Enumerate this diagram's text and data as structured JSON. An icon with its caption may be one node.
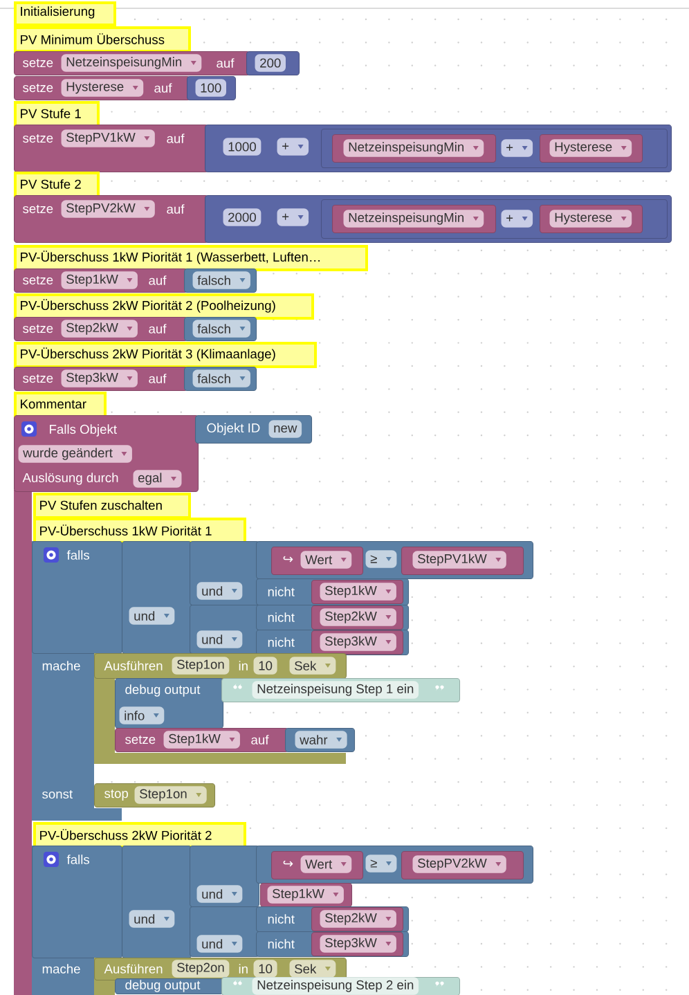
{
  "diagram": {
    "nodes": [
      {
        "text": [
          "Initialisierung"
        ]
      },
      {
        "text": [
          "PV Minimum Überschuss"
        ]
      },
      {
        "text": [
          "setze",
          "NetzeinspeisungMin",
          "auf"
        ]
      },
      {
        "text": [
          "200"
        ]
      },
      {
        "text": [
          "setze",
          "Hysterese",
          "auf"
        ]
      },
      {
        "text": [
          "100"
        ]
      },
      {
        "text": [
          "PV Stufe 1"
        ]
      },
      {
        "text": [
          "setze",
          "StepPV1kW",
          "auf"
        ]
      },
      {
        "text": [
          "1000",
          "+"
        ]
      },
      {
        "text": [
          "+"
        ],
        "in": 8
      },
      {
        "text": [
          "NetzeinspeisungMin"
        ],
        "in": 9
      },
      {
        "text": [
          "Hysterese"
        ],
        "in": 9
      },
      {
        "text": [
          "PV Stufe 2"
        ]
      },
      {
        "text": [
          "setze",
          "StepPV2kW",
          "auf"
        ]
      },
      {
        "text": [
          "2000",
          "+"
        ]
      },
      {
        "text": [
          "+"
        ],
        "in": 14
      },
      {
        "text": [
          "NetzeinspeisungMin"
        ],
        "in": 15
      },
      {
        "text": [
          "Hysterese"
        ],
        "in": 15
      },
      {
        "text": [
          "PV-Überschuss 1kW Piorität 1 (Wasserbett, Luften…"
        ]
      },
      {
        "text": [
          "setze",
          "Step1kW",
          "auf"
        ]
      },
      {
        "text": [
          "falsch"
        ]
      },
      {
        "text": [
          "PV-Überschuss 2kW Piorität 2 (Poolheizung)"
        ]
      },
      {
        "text": [
          "setze",
          "Step2kW",
          "auf"
        ]
      },
      {
        "text": [
          "falsch"
        ]
      },
      {
        "text": [
          "PV-Überschuss 2kW Piorität 3 (Klimaanlage)"
        ]
      },
      {
        "text": [
          "setze",
          "Step3kW",
          "auf"
        ]
      },
      {
        "text": [
          "falsch"
        ]
      },
      {
        "text": [
          "Kommentar"
        ]
      },
      {
        "text": [
          "Falls Objekt",
          "wurde geändert",
          "Auslösung durch",
          "egal"
        ]
      },
      {
        "text": [
          "Objekt ID",
          "new"
        ]
      },
      {
        "text": [
          "PV Stufen zuschalten"
        ]
      },
      {
        "text": [
          "PV-Überschuss 1kW Piorität 1"
        ]
      },
      {
        "text": [
          "falls",
          "mache",
          "sonst"
        ]
      },
      {
        "text": [
          "und"
        ]
      },
      {
        "text": [
          "und"
        ]
      },
      {
        "text": [
          "≥"
        ]
      },
      {
        "text": [
          "↪",
          "Wert"
        ],
        "in": 35
      },
      {
        "text": [
          "StepPV1kW"
        ],
        "in": 35
      },
      {
        "text": [
          "nicht"
        ]
      },
      {
        "text": [
          "Step1kW"
        ],
        "in": 38
      },
      {
        "text": [
          "und"
        ]
      },
      {
        "text": [
          "nicht"
        ]
      },
      {
        "text": [
          "Step2kW"
        ],
        "in": 41
      },
      {
        "text": [
          "nicht"
        ]
      },
      {
        "text": [
          "Step3kW"
        ],
        "in": 43
      },
      {
        "text": [
          "Ausführen",
          "Step1on",
          "in",
          "10",
          "Sek"
        ]
      },
      {
        "text": [
          "debug output",
          "info"
        ],
        "in": 45
      },
      {
        "text": [
          "Netzeinspeisung Step 1 ein"
        ]
      },
      {
        "text": [
          "setze",
          "Step1kW",
          "auf"
        ],
        "in": 45
      },
      {
        "text": [
          "wahr"
        ]
      },
      {
        "text": [
          "stop",
          "Step1on"
        ]
      },
      {
        "text": [
          "PV-Überschuss 2kW Piorität 2"
        ]
      },
      {
        "text": [
          "falls",
          "mache"
        ]
      },
      {
        "text": [
          "und"
        ]
      },
      {
        "text": [
          "und"
        ]
      },
      {
        "text": [
          "≥"
        ]
      },
      {
        "text": [
          "↪",
          "Wert"
        ],
        "in": 55
      },
      {
        "text": [
          "StepPV2kW"
        ],
        "in": 55
      },
      {
        "text": [
          "Step1kW"
        ]
      },
      {
        "text": [
          "und"
        ]
      },
      {
        "text": [
          "nicht"
        ]
      },
      {
        "text": [
          "Step2kW"
        ],
        "in": 60
      },
      {
        "text": [
          "nicht"
        ]
      },
      {
        "text": [
          "Step3kW"
        ],
        "in": 62
      },
      {
        "text": [
          "Ausführen",
          "Step2on",
          "in",
          "10",
          "Sek"
        ]
      },
      {
        "text": [
          "debug output"
        ]
      },
      {
        "text": [
          "Netzeinspeisung Step 2 ein"
        ]
      }
    ]
  }
}
